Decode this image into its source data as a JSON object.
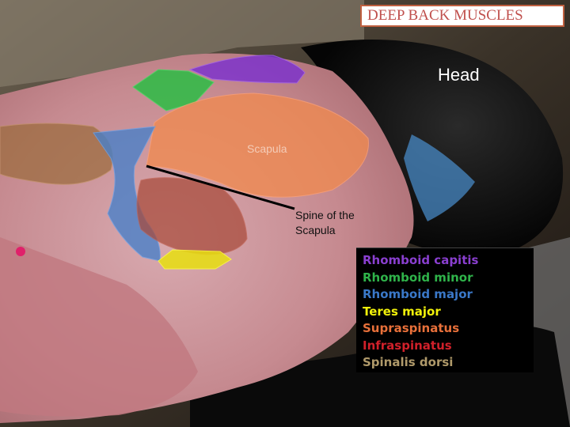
{
  "title": "DEEP BACK MUSCLES",
  "labels": {
    "head": "Head",
    "scapula": "Scapula",
    "spine_line1": "Spine of the",
    "spine_line2": "Scapula"
  },
  "legend": [
    {
      "label": "Rhomboid capitis",
      "color": "#8a3fd0"
    },
    {
      "label": "Rhomboid minor",
      "color": "#2fb34a"
    },
    {
      "label": "Rhomboid major",
      "color": "#3a78c8"
    },
    {
      "label": "Teres major",
      "color": "#f2f20a"
    },
    {
      "label": "Supraspinatus",
      "color": "#e8703a"
    },
    {
      "label": "Infraspinatus",
      "color": "#d0202a"
    },
    {
      "label": "Spinalis dorsi",
      "color": "#b09a6a"
    }
  ],
  "colors": {
    "rhomboid_capitis": "#7a2fd0",
    "rhomboid_minor": "#22c040",
    "rhomboid_major": "#4a80c8",
    "teres_major": "#e8e010",
    "supraspinatus": "#f08a50",
    "infraspinatus": "#a84a3a",
    "spinalis_dorsi": "#9a6a3a"
  }
}
